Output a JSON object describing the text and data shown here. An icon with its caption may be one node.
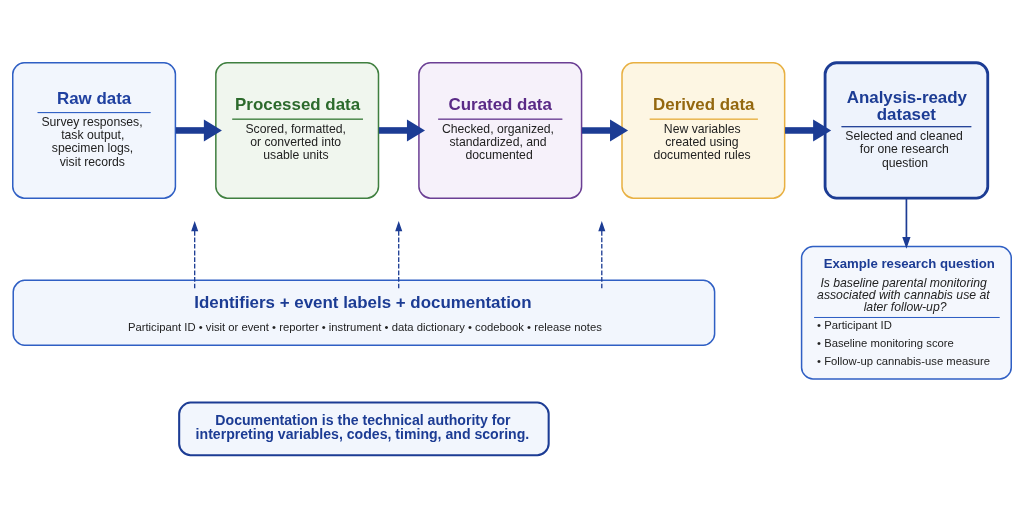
{
  "diagram": {
    "nodes": [
      {
        "text": [
          "Raw data",
          "Survey responses, task output, specimen logs, visit records"
        ]
      },
      {
        "text": [
          "Processed data",
          "Scored, formatted, or converted into usable units"
        ]
      },
      {
        "text": [
          "Curated data",
          "Checked, organized, standardized, and documented"
        ]
      },
      {
        "text": [
          "Derived data",
          "New variables created using documented rules"
        ]
      },
      {
        "text": [
          "Analysis-ready dataset",
          "Selected and cleaned for one research question"
        ]
      },
      {
        "text": [
          "Identifiers + event labels + documentation",
          "Participant ID • visit or event • reporter • instrument • data dictionary • codebook • release notes"
        ]
      },
      {
        "text": [
          "Example research question",
          "Is baseline parental monitoring associated with cannabis use at later follow-up?",
          "• Participant ID",
          "• Baseline monitoring score",
          "• Follow-up cannabis-use measure"
        ]
      },
      {
        "text": [
          "Documentation is the technical authority for interpreting variables, codes, timing, and scoring."
        ]
      }
    ],
    "edges": [
      {
        "from": 0,
        "to": 1,
        "arrow": "to",
        "style": "thick"
      },
      {
        "from": 1,
        "to": 2,
        "arrow": "to",
        "style": "thick"
      },
      {
        "from": 2,
        "to": 3,
        "arrow": "to",
        "style": "thick"
      },
      {
        "from": 3,
        "to": 4,
        "arrow": "to",
        "style": "thick"
      },
      {
        "from": 4,
        "to": 6,
        "arrow": "to"
      },
      {
        "from": 5,
        "to": null,
        "arrow": "to",
        "style": "dashed"
      },
      {
        "from": 5,
        "to": null,
        "arrow": "to",
        "style": "dashed"
      },
      {
        "from": 5,
        "to": null,
        "arrow": "to",
        "style": "dashed"
      }
    ]
  }
}
